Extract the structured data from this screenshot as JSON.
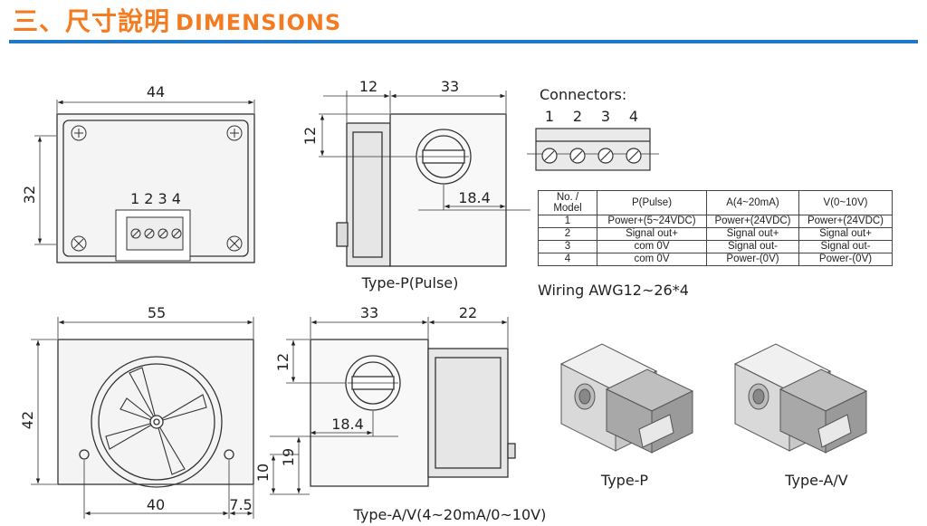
{
  "header": {
    "title_zh": "三、尺寸說明",
    "title_en": "DIMENSIONS",
    "accent": "#f47b20",
    "rule_color": "#1f78c8"
  },
  "view_top_left": {
    "width": "44",
    "height": "32",
    "terminal_numbers": "1 2 3 4"
  },
  "view_type_p": {
    "dim_left": "12",
    "dim_body": "33",
    "dim_side": "12",
    "dim_port": "18.4",
    "caption": "Type-P(Pulse)"
  },
  "connectors": {
    "title": "Connectors:",
    "numbers": [
      "1",
      "2",
      "3",
      "4"
    ]
  },
  "wiring": {
    "headers": [
      "No. /\nModel",
      "P(Pulse)",
      "A(4~20mA)",
      "V(0~10V)"
    ],
    "rows": [
      [
        "1",
        "Power+(5~24VDC)",
        "Power+(24VDC)",
        "Power+(24VDC)"
      ],
      [
        "2",
        "Signal out+",
        "Signal out+",
        "Signal out+"
      ],
      [
        "3",
        "com 0V",
        "Signal out-",
        "Signal out-"
      ],
      [
        "4",
        "com 0V",
        "Power-(0V)",
        "Power-(0V)"
      ]
    ],
    "note": "Wiring AWG12~26*4"
  },
  "view_front": {
    "width": "55",
    "height": "42",
    "hole_span": "40",
    "hole_offset": "7.5"
  },
  "view_type_av": {
    "dim_body": "33",
    "dim_side": "22",
    "dim_top": "12",
    "dim_port": "18.4",
    "dim_h1": "19",
    "dim_h2": "10",
    "caption": "Type-A/V(4~20mA/0~10V)"
  },
  "iso_captions": {
    "left": "Type-P",
    "right": "Type-A/V"
  }
}
